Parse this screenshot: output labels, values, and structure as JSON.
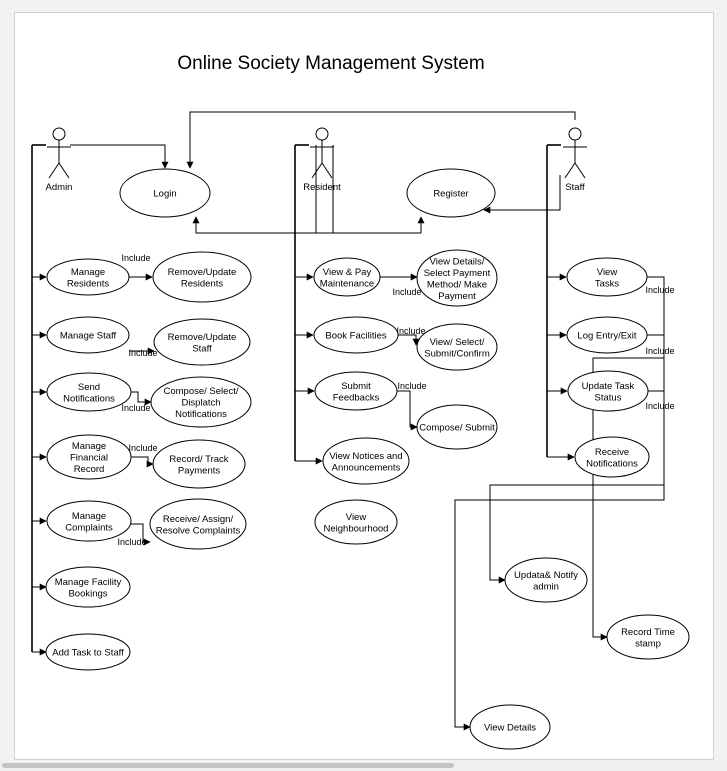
{
  "title": "Online Society Management System",
  "actors": [
    {
      "id": "admin",
      "label": "Admin"
    },
    {
      "id": "resident",
      "label": "Resident"
    },
    {
      "id": "staff",
      "label": "Staff"
    }
  ],
  "use_cases": [
    {
      "id": "login",
      "lines": [
        "Login"
      ]
    },
    {
      "id": "register",
      "lines": [
        "Register"
      ]
    },
    {
      "id": "manage-residents",
      "lines": [
        "Manage",
        "Residents"
      ]
    },
    {
      "id": "remove-update-residents",
      "lines": [
        "Remove/Update",
        "Residents"
      ]
    },
    {
      "id": "manage-staff",
      "lines": [
        "Manage Staff"
      ]
    },
    {
      "id": "remove-update-staff",
      "lines": [
        "Remove/Update",
        "Staff"
      ]
    },
    {
      "id": "send-notifications",
      "lines": [
        "Send",
        "Notifications"
      ]
    },
    {
      "id": "compose-select-dispatch",
      "lines": [
        "Compose/ Select/",
        "Displatch",
        "Notifications"
      ]
    },
    {
      "id": "manage-financial-record",
      "lines": [
        "Manage",
        "Financial",
        "Record"
      ]
    },
    {
      "id": "record-track-payments",
      "lines": [
        "Record/ Track",
        "Payments"
      ]
    },
    {
      "id": "manage-complaints",
      "lines": [
        "Manage",
        "Complaints"
      ]
    },
    {
      "id": "receive-assign-resolve",
      "lines": [
        "Receive/ Assign/",
        "Resolve Complaints"
      ]
    },
    {
      "id": "manage-facility-bookings",
      "lines": [
        "Manage Facility",
        "Bookings"
      ]
    },
    {
      "id": "add-task-to-staff",
      "lines": [
        "Add Task to Staff"
      ]
    },
    {
      "id": "view-pay-maintenance",
      "lines": [
        "View & Pay",
        "Maintenance"
      ]
    },
    {
      "id": "view-details-payment",
      "lines": [
        "View Details/",
        "Select Payment",
        "Method/ Make",
        "Payment"
      ]
    },
    {
      "id": "book-facilities",
      "lines": [
        "Book Facilities"
      ]
    },
    {
      "id": "view-select-submit-confirm",
      "lines": [
        "View/ Select/",
        "Submit/Confirm"
      ]
    },
    {
      "id": "submit-feedbacks",
      "lines": [
        "Submit",
        "Feedbacks"
      ]
    },
    {
      "id": "compose-submit",
      "lines": [
        "Compose/ Submit"
      ]
    },
    {
      "id": "view-notices",
      "lines": [
        "View Notices and",
        "Announcements"
      ]
    },
    {
      "id": "view-neighbourhood",
      "lines": [
        "View",
        "Neighbourhood"
      ]
    },
    {
      "id": "view-tasks",
      "lines": [
        "View",
        "Tasks"
      ]
    },
    {
      "id": "log-entry-exit",
      "lines": [
        "Log Entry/Exit"
      ]
    },
    {
      "id": "update-task-status",
      "lines": [
        "Update Task",
        "Status"
      ]
    },
    {
      "id": "receive-notifications",
      "lines": [
        "Receive",
        "Notifications"
      ]
    },
    {
      "id": "update-notify-admin",
      "lines": [
        "Updata& Notify",
        "admin"
      ]
    },
    {
      "id": "record-time-stamp",
      "lines": [
        "Record Time",
        "stamp"
      ]
    },
    {
      "id": "view-details",
      "lines": [
        "View Details"
      ]
    }
  ],
  "include_label": "Include",
  "colors": {
    "stroke": "#000000",
    "background": "#ffffff",
    "canvas_bg": "#f2f2f2"
  }
}
